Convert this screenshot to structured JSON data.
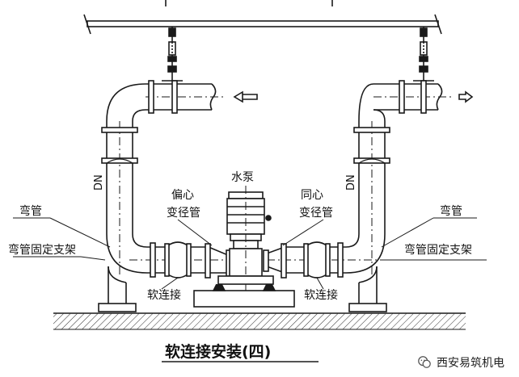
{
  "title": "软连接安装(四)",
  "labels": {
    "pump": "水泵",
    "dn": "DN",
    "eccentric_1": "偏心",
    "eccentric_2": "变径管",
    "concentric_1": "同心",
    "concentric_2": "变径管",
    "elbow": "弯管",
    "elbow_support": "弯管固定支架",
    "flex_joint": "软连接"
  },
  "watermark": "西安易筑机电",
  "colors": {
    "line": "#1a1a1a",
    "bg": "#ffffff"
  }
}
